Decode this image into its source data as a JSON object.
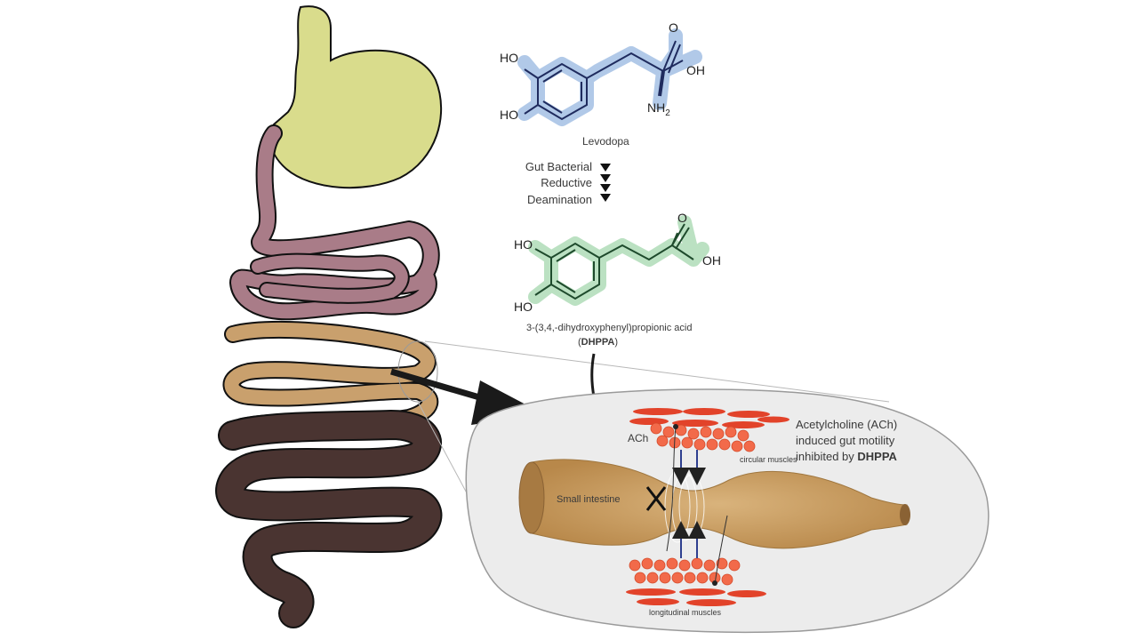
{
  "colors": {
    "stomach": "#d9dc8c",
    "small_intestine_upper": "#a97c88",
    "small_intestine_lower": "#c9a06d",
    "large_intestine": "#4a3431",
    "levodopa_highlight": "#a9c3e6",
    "dhppa_highlight": "#b7dfbf",
    "muscle_red": "#e2432a",
    "circle_orange": "#f26a4a",
    "intestine_tan": "#c8995a",
    "arrow_blue": "#2e3f8f",
    "inset_bg": "#ececec"
  },
  "levodopa": {
    "atoms": {
      "ho_top": "HO",
      "ho_bottom": "HO",
      "oh": "OH",
      "o": "O",
      "nh2": "NH",
      "nh2_sub": "2"
    },
    "name": "Levodopa"
  },
  "conversion": {
    "line1": "Gut Bacterial",
    "line2": "Reductive",
    "line3": "Deamination"
  },
  "dhppa": {
    "atoms": {
      "ho_top": "HO",
      "ho_bottom": "HO",
      "oh": "OH",
      "o": "O"
    },
    "name_line1": "3-(3,4,-dihydroxyphenyl)propionic acid",
    "name_line2_open": "(",
    "name_line2_bold": "DHPPA",
    "name_line2_close": ")"
  },
  "inset": {
    "ach": "ACh",
    "small_intestine": "Small intestine",
    "circular_muscles": "circular muscles",
    "longitudinal_muscles": "longitudinal muscles",
    "caption_line1": "Acetylcholine (ACh)",
    "caption_line2": "induced gut motility",
    "caption_line3_prefix": "inhibited by ",
    "caption_line3_bold": "DHPPA"
  }
}
